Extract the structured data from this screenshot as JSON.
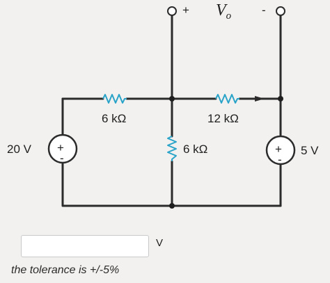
{
  "circuit": {
    "output_label": "V_o",
    "output_plus": "+",
    "output_minus": "-",
    "source_left": {
      "label": "20 V",
      "plus": "+",
      "minus": "-"
    },
    "source_right": {
      "label": "5 V",
      "plus": "+",
      "minus": "-"
    },
    "resistors": {
      "r_left": "6 kΩ",
      "r_middle": "6 kΩ",
      "r_right": "12 kΩ"
    },
    "colors": {
      "wire": "#2b2b2b",
      "resistor": "#2aa3c9"
    }
  },
  "answer": {
    "value": "",
    "unit": "V"
  },
  "tolerance_text": "the tolerance is +/-5%"
}
